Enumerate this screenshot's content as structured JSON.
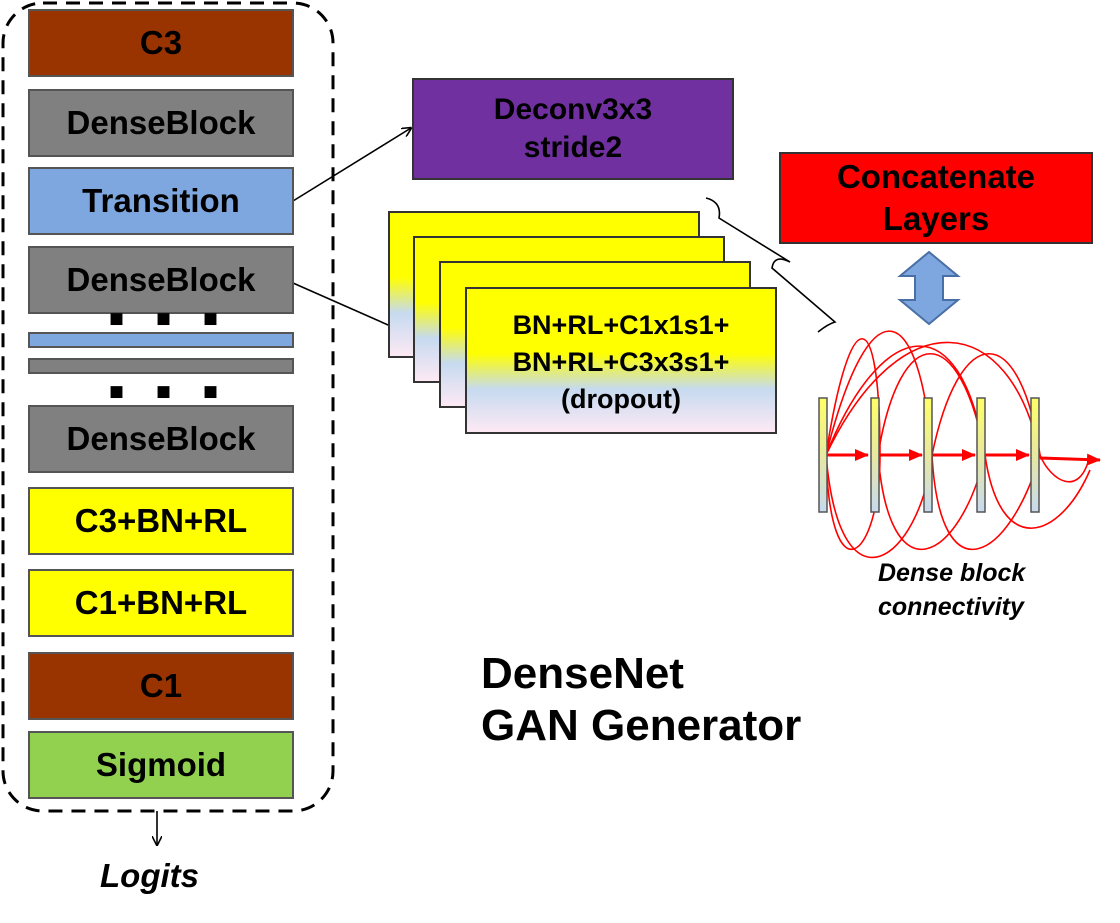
{
  "generator": {
    "blocks": [
      {
        "label": "C3",
        "color": "#993300"
      },
      {
        "label": "DenseBlock",
        "color": "#808080"
      },
      {
        "label": "Transition",
        "color": "#7ea7e0"
      },
      {
        "label": "DenseBlock",
        "color": "#808080"
      },
      {
        "label": "DenseBlock",
        "color": "#808080"
      },
      {
        "label": "C3+BN+RL",
        "color": "#ffff00"
      },
      {
        "label": "C1+BN+RL",
        "color": "#ffff00"
      },
      {
        "label": "C1",
        "color": "#993300"
      },
      {
        "label": "Sigmoid",
        "color": "#92d050"
      }
    ],
    "ellipsis": "▪▪▪",
    "output_label": "Logits"
  },
  "deconv": {
    "line1": "Deconv3x3",
    "line2": "stride2",
    "color": "#7030a0"
  },
  "dense_layer_card": {
    "line1": "BN+RL+C1x1s1+",
    "line2": "BN+RL+C3x3s1+",
    "line3": "(dropout)"
  },
  "concatenate": {
    "line1": "Concatenate",
    "line2": "Layers",
    "color": "#ff0000"
  },
  "connectivity_caption": {
    "line1": "Dense block",
    "line2": "connectivity"
  },
  "title": {
    "line1": "DenseNet",
    "line2": "GAN Generator"
  }
}
